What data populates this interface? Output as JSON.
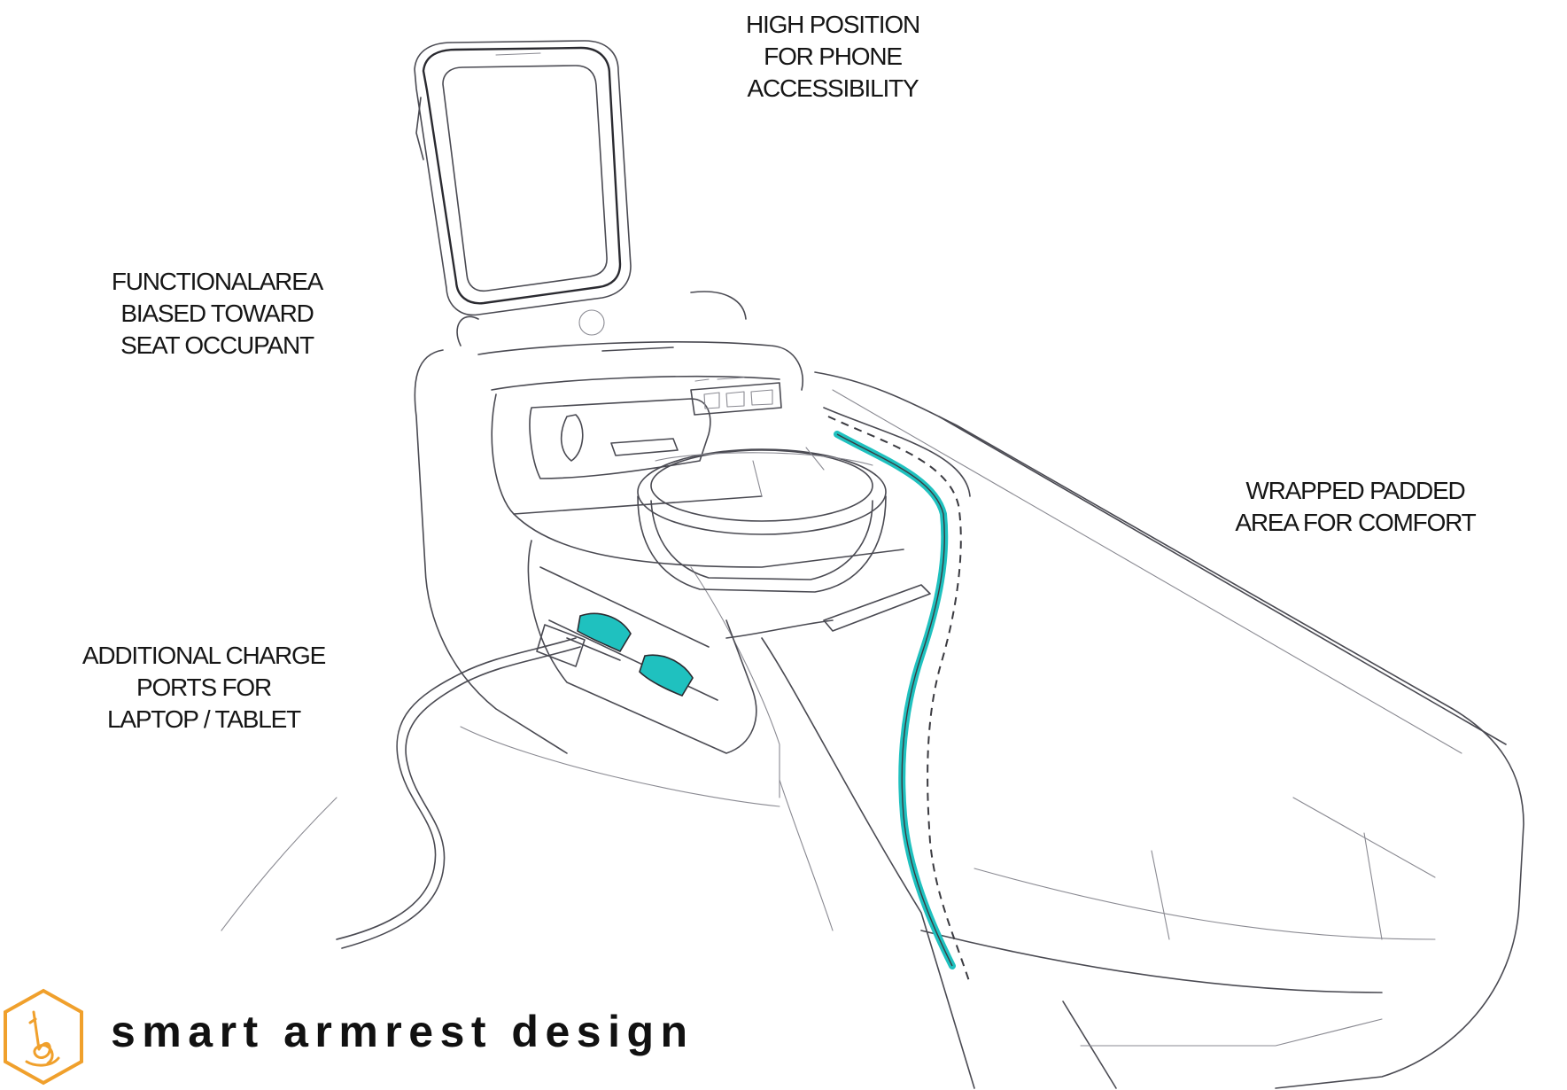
{
  "title": "smart armrest design",
  "annotations": {
    "phone": [
      "HIGH POSITION",
      "FOR PHONE",
      "ACCESSIBILITY"
    ],
    "functional": [
      "FUNCTIONALAREA",
      "BIASED TOWARD",
      "SEAT OCCUPANT"
    ],
    "wrapped": [
      "WRAPPED PADDED",
      "AREA FOR COMFORT"
    ],
    "charge": [
      "ADDITIONAL CHARGE",
      "PORTS FOR",
      "LAPTOP / TABLET"
    ]
  },
  "colors": {
    "accent": "#1fc1bf",
    "logo": "#f0a02c",
    "ink": "#4a4a52"
  },
  "icons": {
    "logo": "pen-hand-hexagon-icon"
  }
}
